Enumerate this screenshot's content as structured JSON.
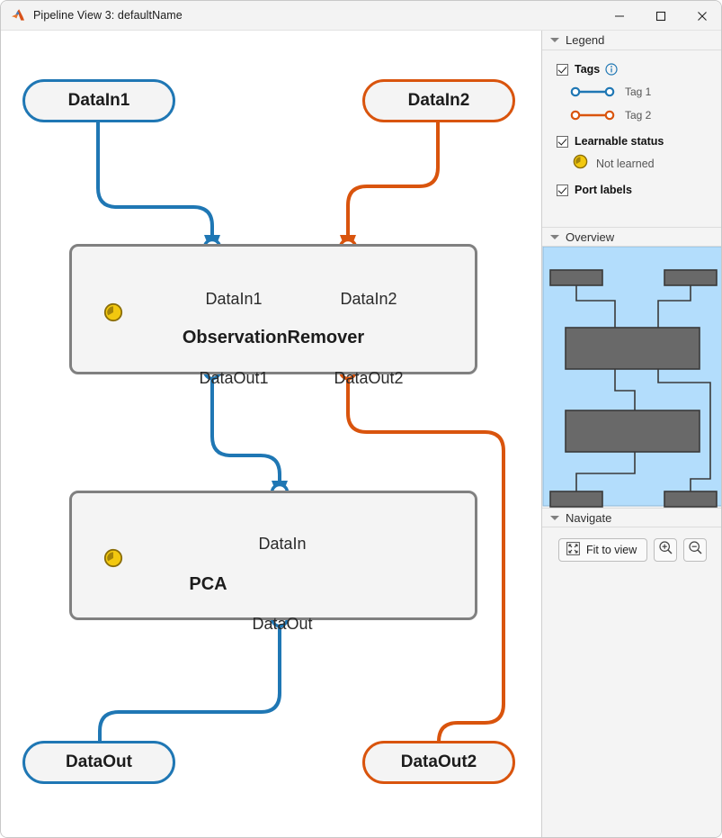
{
  "window": {
    "title": "Pipeline View 3: defaultName",
    "app_icon": "matlab-icon",
    "minimize_label": "—",
    "maximize_label": "□",
    "close_label": "✕"
  },
  "colors": {
    "tag1_blue": "#1f77b4",
    "tag2_orange": "#d9540d",
    "block_border": "#808080",
    "block_fill": "#f4f4f4",
    "overview_viewport": "#b3ddfc",
    "overview_block": "#696969",
    "clock_gold": "#f2c80f"
  },
  "canvas": {
    "input_nodes": [
      {
        "id": "in1",
        "label": "DataIn1",
        "tag": "Tag 1",
        "color": "#1f77b4"
      },
      {
        "id": "in2",
        "label": "DataIn2",
        "tag": "Tag 2",
        "color": "#d9540d"
      }
    ],
    "blocks": [
      {
        "id": "observation-remover",
        "title": "ObservationRemover",
        "learnable_status": "Not learned",
        "status_icon": "clock-icon",
        "inputs": [
          {
            "label": "DataIn1",
            "color": "#1f77b4"
          },
          {
            "label": "DataIn2",
            "color": "#d9540d"
          }
        ],
        "outputs": [
          {
            "label": "DataOut1",
            "color": "#1f77b4"
          },
          {
            "label": "DataOut2",
            "color": "#d9540d"
          }
        ]
      },
      {
        "id": "pca",
        "title": "PCA",
        "learnable_status": "Not learned",
        "status_icon": "clock-icon",
        "inputs": [
          {
            "label": "DataIn",
            "color": "#1f77b4"
          }
        ],
        "outputs": [
          {
            "label": "DataOut",
            "color": "#1f77b4"
          }
        ]
      }
    ],
    "output_nodes": [
      {
        "id": "out1",
        "label": "DataOut",
        "tag": "Tag 1",
        "color": "#1f77b4"
      },
      {
        "id": "out2",
        "label": "DataOut2",
        "tag": "Tag 2",
        "color": "#d9540d"
      }
    ],
    "connections": [
      {
        "from": "DataIn1",
        "to": "ObservationRemover.DataIn1",
        "color": "#1f77b4"
      },
      {
        "from": "DataIn2",
        "to": "ObservationRemover.DataIn2",
        "color": "#d9540d"
      },
      {
        "from": "ObservationRemover.DataOut1",
        "to": "PCA.DataIn",
        "color": "#1f77b4"
      },
      {
        "from": "ObservationRemover.DataOut2",
        "to": "DataOut2",
        "color": "#d9540d"
      },
      {
        "from": "PCA.DataOut",
        "to": "DataOut",
        "color": "#1f77b4"
      }
    ]
  },
  "legend": {
    "section_title": "Legend",
    "tags_label": "Tags",
    "tags_checked": true,
    "info_icon": "info-icon",
    "tags": [
      {
        "label": "Tag 1",
        "color": "#1f77b4"
      },
      {
        "label": "Tag 2",
        "color": "#d9540d"
      }
    ],
    "learnable_status_label": "Learnable status",
    "learnable_checked": true,
    "learnable_items": [
      {
        "label": "Not learned",
        "icon": "clock-icon"
      }
    ],
    "port_labels_label": "Port labels",
    "port_labels_checked": true
  },
  "overview": {
    "section_title": "Overview"
  },
  "navigate": {
    "section_title": "Navigate",
    "fit_to_view_label": "Fit to view",
    "fit_icon": "fit-to-view-icon",
    "zoom_in_icon": "zoom-in-icon",
    "zoom_out_icon": "zoom-out-icon"
  }
}
